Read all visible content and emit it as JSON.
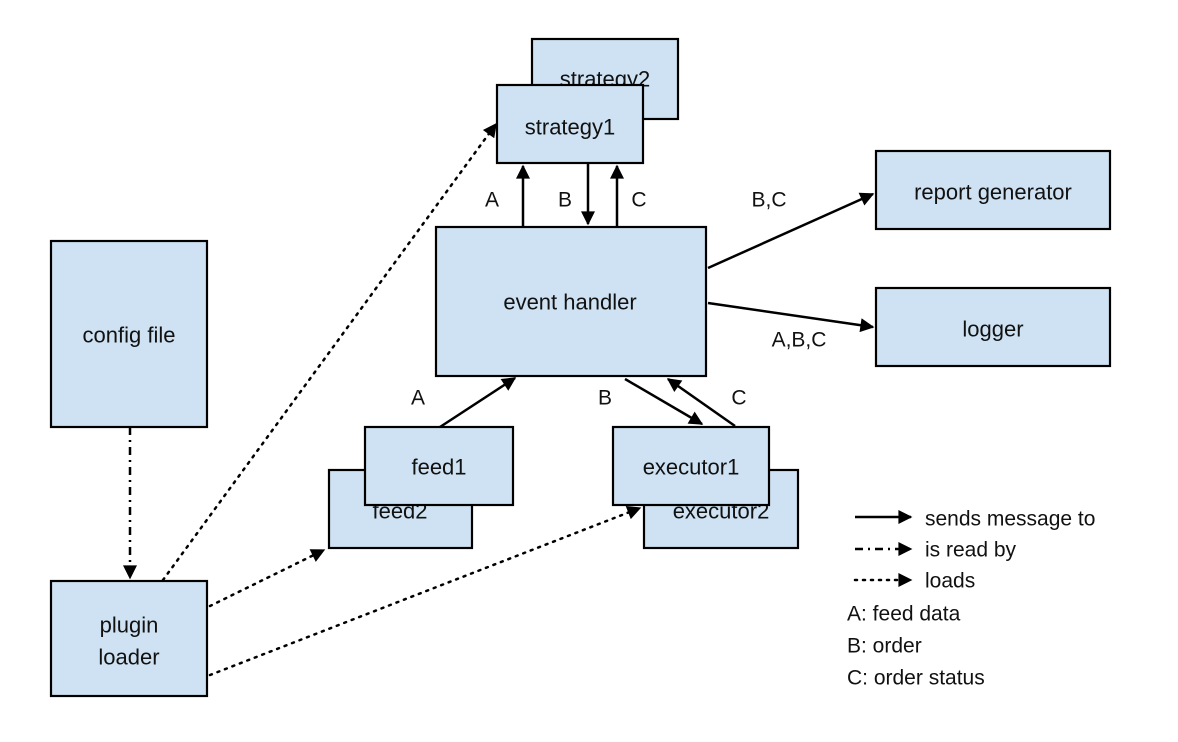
{
  "nodes": {
    "strategy2": "strategy2",
    "strategy1": "strategy1",
    "report_generator": "report generator",
    "config_file": "config file",
    "event_handler": "event handler",
    "logger": "logger",
    "feed2": "feed2",
    "feed1": "feed1",
    "executor2": "executor2",
    "executor1": "executor1",
    "plugin_loader_line1": "plugin",
    "plugin_loader_line2": "loader"
  },
  "edge_labels": {
    "strategy_a": "A",
    "strategy_b": "B",
    "strategy_c": "C",
    "report": "B,C",
    "logger": "A,B,C",
    "feed_a": "A",
    "executor_b": "B",
    "executor_c": "C"
  },
  "legend": {
    "solid": "sends message to",
    "dashdot": "is read by",
    "dotted": "loads",
    "key_a": "A: feed data",
    "key_b": "B: order",
    "key_c": "C: order status"
  },
  "colors": {
    "box_fill": "#cfe2f3",
    "stroke": "#000000"
  }
}
